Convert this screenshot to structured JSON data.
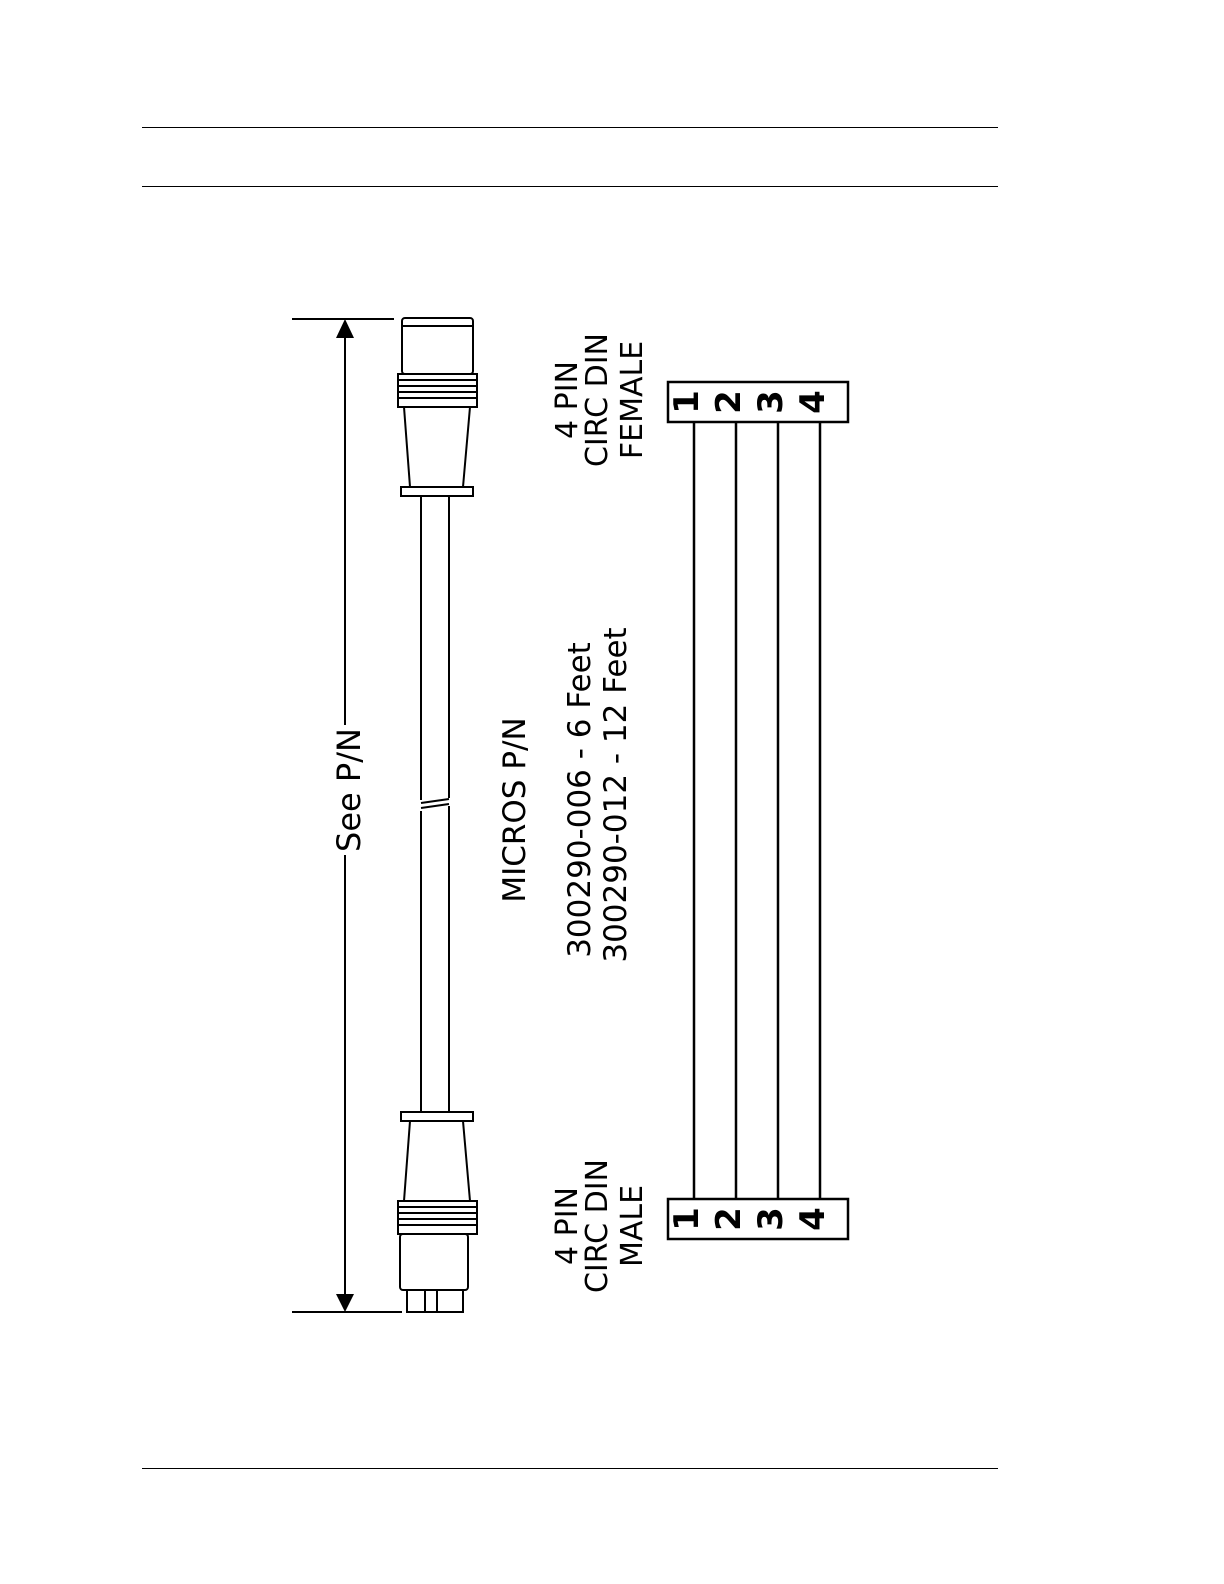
{
  "dimension": {
    "label": "See P/N"
  },
  "part_numbers": {
    "heading": "MICROS P/N",
    "lines": [
      "300290-006 - 6 Feet",
      "300290-012 - 12 Feet"
    ]
  },
  "connectors": {
    "female": {
      "lines": [
        "4 PIN",
        "CIRC DIN",
        "FEMALE"
      ]
    },
    "male": {
      "lines": [
        "4 PIN",
        "CIRC DIN",
        "MALE"
      ]
    }
  },
  "pins": [
    "1",
    "2",
    "3",
    "4"
  ],
  "colors": {
    "ink": "#000000",
    "paper": "#ffffff"
  }
}
